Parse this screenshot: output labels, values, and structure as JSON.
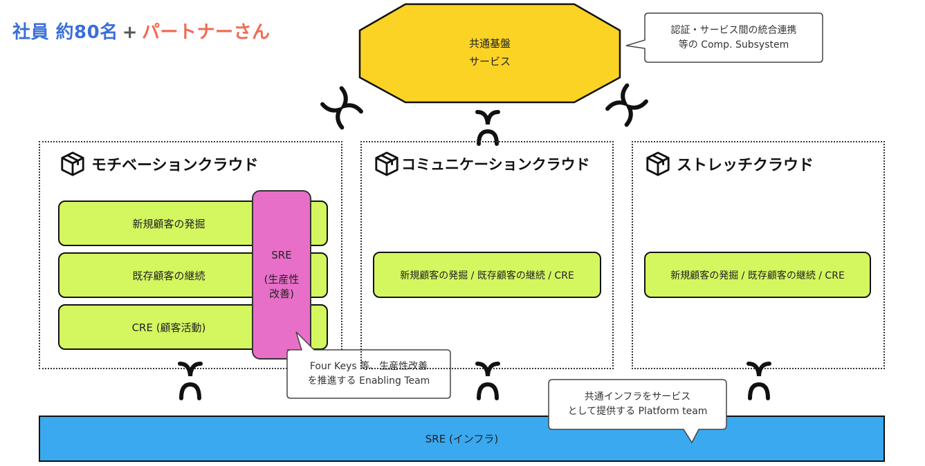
{
  "heading": {
    "employees": "社員 約80名",
    "plus": "+",
    "partners": "パートナーさん"
  },
  "platform": {
    "line1": "共通基盤",
    "line2": "サービス",
    "color": "#fbd325"
  },
  "platform_note": {
    "line1": "認証・サービス間の統合連携",
    "line2": "等の Comp. Subsystem"
  },
  "clouds": [
    {
      "title": "モチベーションクラウド",
      "icon": "package-icon",
      "boxes": [
        "新規顧客の発掘",
        "既存顧客の継続",
        "CRE (顧客活動)"
      ]
    },
    {
      "title": "コミュニケーションクラウド",
      "icon": "package-icon",
      "boxes": [
        "新規顧客の発掘 / 既存顧客の継続 / CRE"
      ]
    },
    {
      "title": "ストレッチクラウド",
      "icon": "package-icon",
      "boxes": [
        "新規顧客の発掘 / 既存顧客の継続 / CRE"
      ]
    }
  ],
  "sre_enabling": {
    "line1": "SRE",
    "line2": "(生産性",
    "line3": "改善)",
    "color": "#e86fc8"
  },
  "enabling_note": {
    "line1": "Four Keys 等、生産性改善",
    "line2": "を推進する Enabling Team"
  },
  "infra": {
    "label": "SRE (インフラ)",
    "color": "#3aa9f0"
  },
  "infra_note": {
    "line1": "共通インフラをサービス",
    "line2": "として提供する Platform team"
  },
  "colors": {
    "stream_box": "#d4f760",
    "employees": "#3a6fd8",
    "partners": "#f06b53"
  }
}
